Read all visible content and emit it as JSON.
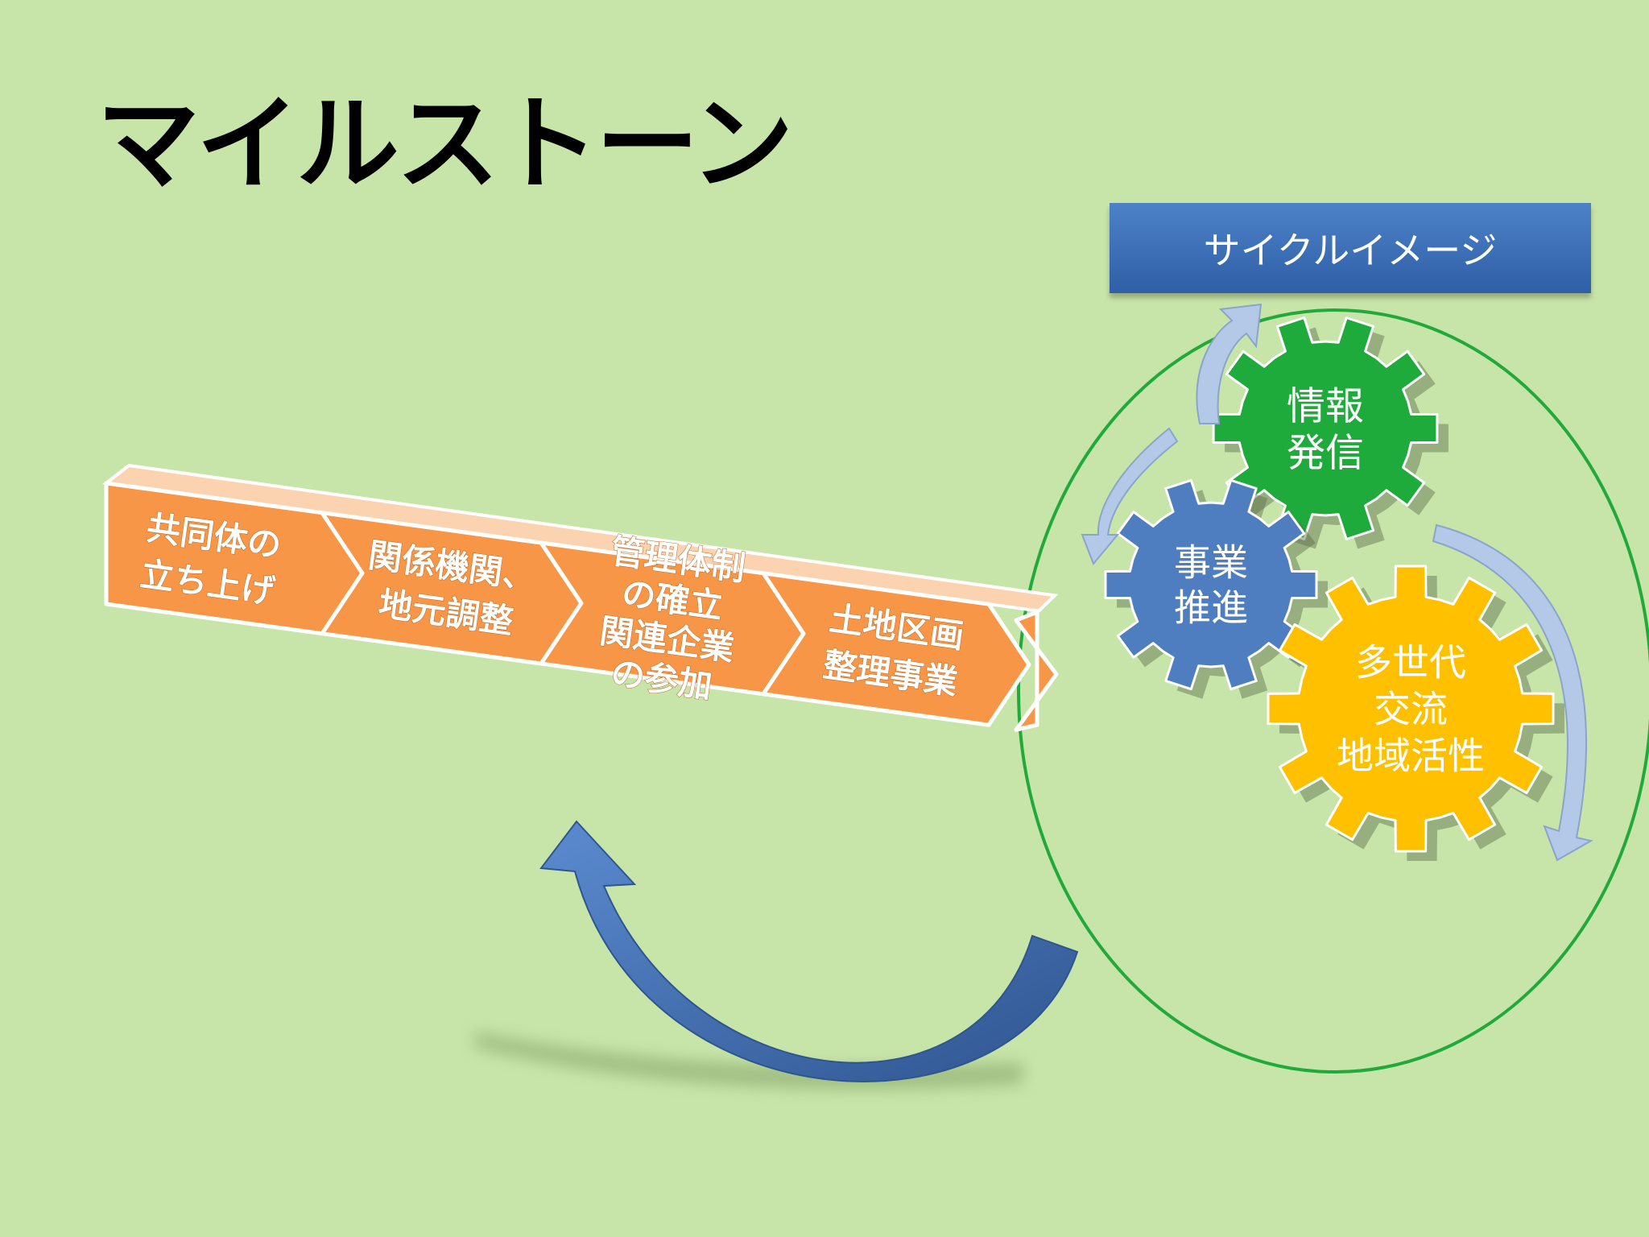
{
  "slide_title": "マイルストーン",
  "cycle": {
    "header": "サイクルイメージ",
    "gears": [
      {
        "lines": [
          "情報",
          "発信"
        ],
        "color": "#1faa3c"
      },
      {
        "lines": [
          "事業",
          "推進"
        ],
        "color": "#4e7ec0"
      },
      {
        "lines": [
          "多世代",
          "交流",
          "地域活性"
        ],
        "color": "#ffc000"
      }
    ],
    "ellipse_color": "#22a93c"
  },
  "process_steps": [
    {
      "lines": [
        "共同体の",
        "立ち上げ"
      ]
    },
    {
      "lines": [
        "関係機関、",
        "地元調整"
      ]
    },
    {
      "lines": [
        "管理体制",
        "の確立",
        "関連企業",
        "の参加"
      ]
    },
    {
      "lines": [
        "土地区画",
        "整理事業"
      ]
    }
  ],
  "colors": {
    "background": "#c8e5a9",
    "chevron_fill": "#f79646",
    "chevron_side": "#e08030",
    "return_arrow": "#3f6fb5"
  }
}
